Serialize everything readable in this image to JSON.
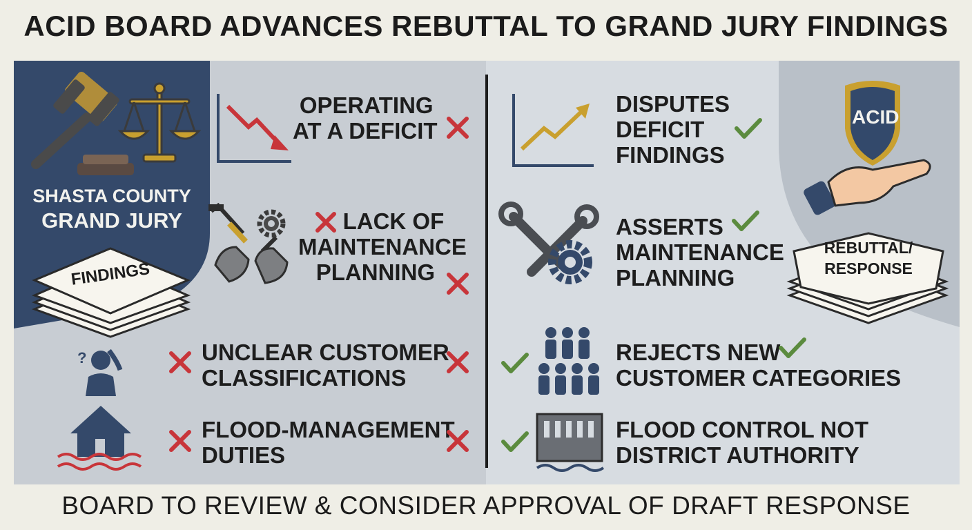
{
  "title": "ACID BOARD ADVANCES REBUTTAL TO GRAND JURY FINDINGS",
  "left": {
    "agency_line1": "SHASTA COUNTY",
    "agency_line2": "GRAND JURY",
    "document_label": "FINDINGS",
    "findings": [
      {
        "line1": "OPERATING",
        "line2": "AT A DEFICIT"
      },
      {
        "line1": "LACK OF",
        "line2": "MAINTENANCE",
        "line3": "PLANNING"
      },
      {
        "line1": "UNCLEAR CUSTOMER",
        "line2": "CLASSIFICATIONS"
      },
      {
        "line1": "FLOOD-MANAGEMENT",
        "line2": "DUTIES"
      }
    ]
  },
  "right": {
    "shield_label": "ACID",
    "document_label_line1": "REBUTTAL/",
    "document_label_line2": "RESPONSE",
    "responses": [
      {
        "line1": "DISPUTES",
        "line2": "DEFICIT",
        "line3": "FINDINGS"
      },
      {
        "line1": "ASSERTS",
        "line2": "MAINTENANCE",
        "line3": "PLANNING"
      },
      {
        "line1": "REJECTS NEW",
        "line2": "CUSTOMER CATEGORIES"
      },
      {
        "line1": "FLOOD CONTROL NOT",
        "line2": "DISTRICT AUTHORITY"
      }
    ]
  },
  "footer": "BOARD TO REVIEW & CONSIDER APPROVAL OF DRAFT RESPONSE",
  "colors": {
    "navy": "#34496a",
    "cross": "#c8353a",
    "check": "#5b8b3e",
    "gold": "#c9a02f",
    "panel_left": "#c8cdd3",
    "panel_right": "#d7dce1",
    "shield_fill": "#33496b"
  },
  "icons": [
    "gavel-icon",
    "scales-icon",
    "chart-down-icon",
    "broken-shovel-icon",
    "gear-icon",
    "confused-person-icon",
    "flooded-house-icon",
    "chart-up-icon",
    "wrench-gear-icon",
    "people-group-icon",
    "dam-icon",
    "shield-icon",
    "hand-icon",
    "cross-icon",
    "check-icon"
  ]
}
